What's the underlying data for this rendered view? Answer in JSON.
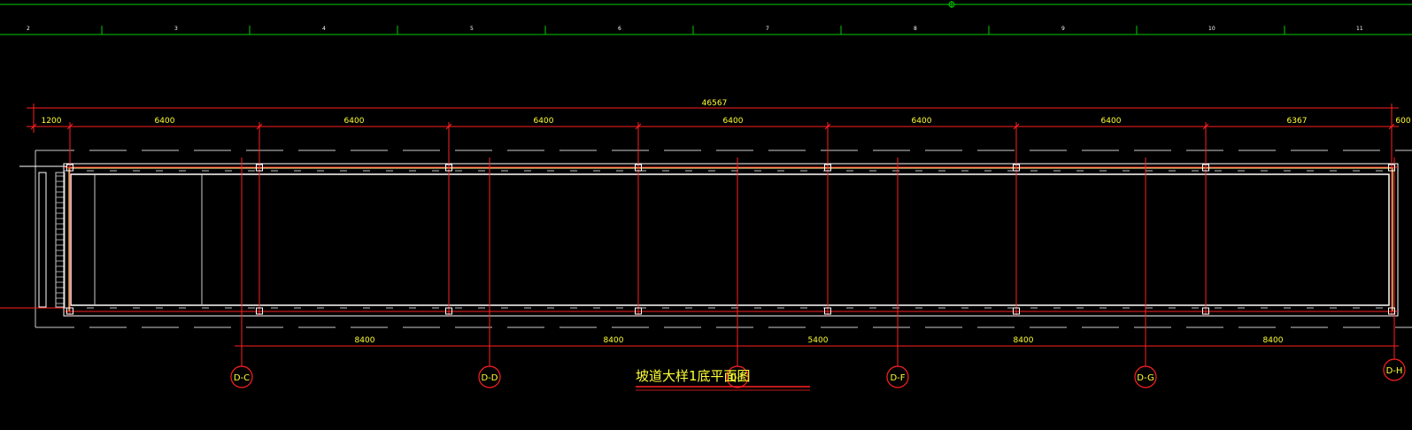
{
  "ruler": {
    "numbers": [
      "2",
      "3",
      "4",
      "5",
      "6",
      "7",
      "8",
      "9",
      "10",
      "11"
    ]
  },
  "drawing": {
    "title": "坡道大样1底平面图",
    "overall_dimension": "46567",
    "top_dimensions": [
      "1200",
      "6400",
      "6400",
      "6400",
      "6400",
      "6400",
      "6400",
      "6367",
      "600"
    ],
    "bottom_dimensions": [
      "8400",
      "8400",
      "5400",
      "8400",
      "8400"
    ],
    "axis_labels": [
      "D-C",
      "D-D",
      "D-F",
      "D-F",
      "D-G",
      "D-H"
    ]
  },
  "colors": {
    "background": "#000000",
    "ruler": "#00cc00",
    "axis": "#ff2020",
    "dimension": "#ffff33",
    "outline": "#ffffff",
    "hidden": "#cccccc"
  }
}
